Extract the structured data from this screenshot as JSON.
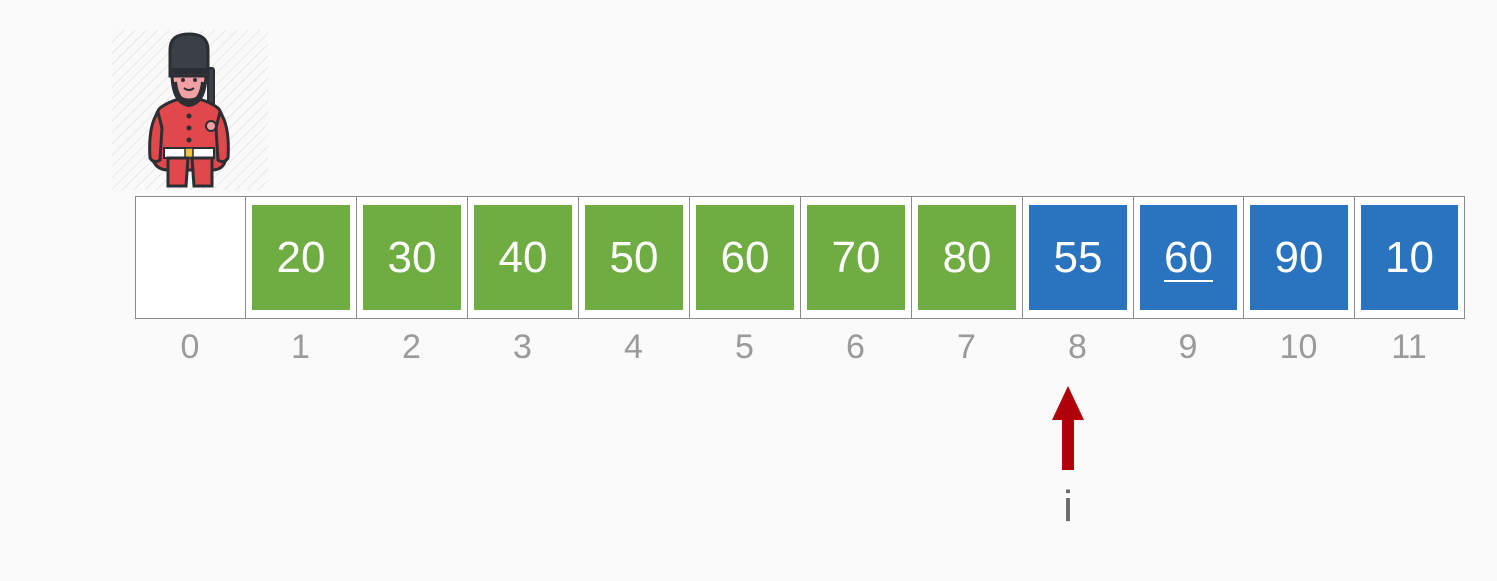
{
  "array": {
    "cells": [
      {
        "index": "0",
        "value": "",
        "color": "none",
        "underline": false
      },
      {
        "index": "1",
        "value": "20",
        "color": "green",
        "underline": false
      },
      {
        "index": "2",
        "value": "30",
        "color": "green",
        "underline": false
      },
      {
        "index": "3",
        "value": "40",
        "color": "green",
        "underline": false
      },
      {
        "index": "4",
        "value": "50",
        "color": "green",
        "underline": false
      },
      {
        "index": "5",
        "value": "60",
        "color": "green",
        "underline": false
      },
      {
        "index": "6",
        "value": "70",
        "color": "green",
        "underline": false
      },
      {
        "index": "7",
        "value": "80",
        "color": "green",
        "underline": false
      },
      {
        "index": "8",
        "value": "55",
        "color": "blue",
        "underline": false
      },
      {
        "index": "9",
        "value": "60",
        "color": "blue",
        "underline": true
      },
      {
        "index": "10",
        "value": "90",
        "color": "blue",
        "underline": false
      },
      {
        "index": "11",
        "value": "10",
        "color": "blue",
        "underline": false
      }
    ]
  },
  "pointer": {
    "label": "i",
    "target_index": 8,
    "color": "#b0000a"
  },
  "sentinel": {
    "icon": "royal-guard-icon",
    "position_index": 0
  },
  "colors": {
    "green": "#6fac41",
    "blue": "#2a73bf",
    "index_text": "#9a9a9a",
    "border": "#8a8a8a"
  }
}
